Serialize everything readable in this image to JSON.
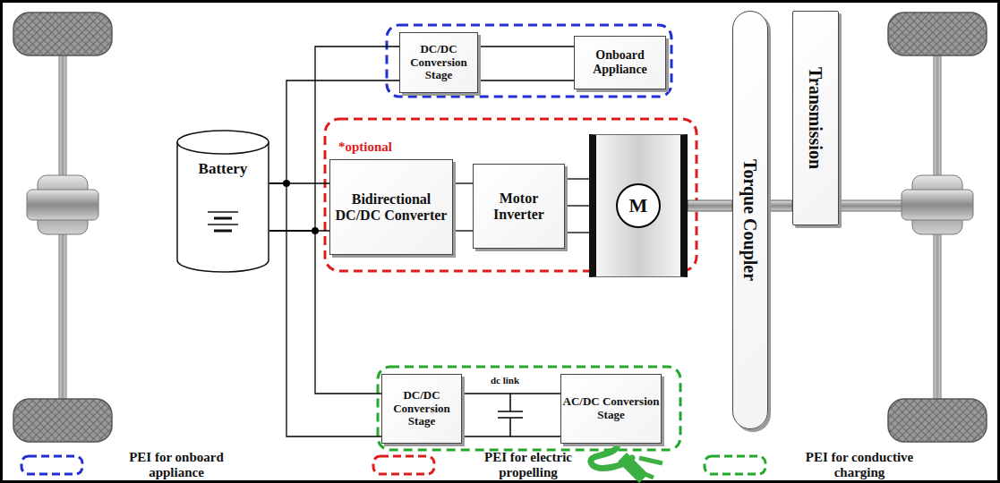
{
  "diagram": {
    "nodes": [
      {
        "text": [
          "Battery"
        ]
      },
      {
        "text": [
          "DC/DC Conversion Stage"
        ]
      },
      {
        "text": [
          "Onboard Appliance"
        ]
      },
      {
        "text": [
          "Bidirectional DC/DC Converter"
        ]
      },
      {
        "text": [
          "Motor Inverter"
        ]
      },
      {
        "text": [
          "M"
        ]
      },
      {
        "text": [
          "DC/DC Conversion Stage"
        ]
      },
      {
        "text": [
          "AC/DC Conversion Stage"
        ]
      },
      {
        "text": [
          "Torque Coupler"
        ]
      },
      {
        "text": [
          "Transmission"
        ]
      }
    ],
    "edges": [
      {
        "from": 0,
        "to": 1,
        "arrow": "none"
      },
      {
        "from": 1,
        "to": 2,
        "arrow": "none"
      },
      {
        "from": 0,
        "to": 3,
        "arrow": "none"
      },
      {
        "from": 3,
        "to": 4,
        "arrow": "none"
      },
      {
        "from": 4,
        "to": 5,
        "arrow": "none"
      },
      {
        "from": 5,
        "to": 8,
        "arrow": "none"
      },
      {
        "from": 8,
        "to": 9,
        "arrow": "none"
      },
      {
        "from": 0,
        "to": 6,
        "arrow": "none"
      },
      {
        "from": 6,
        "to": 7,
        "arrow": "none"
      }
    ],
    "labels": [
      "*optional",
      "dc link"
    ],
    "legend": [
      {
        "text": "PEI for onboard appliance"
      },
      {
        "text": "PEI for electric propelling"
      },
      {
        "text": "PEI for conductive charging"
      }
    ]
  }
}
